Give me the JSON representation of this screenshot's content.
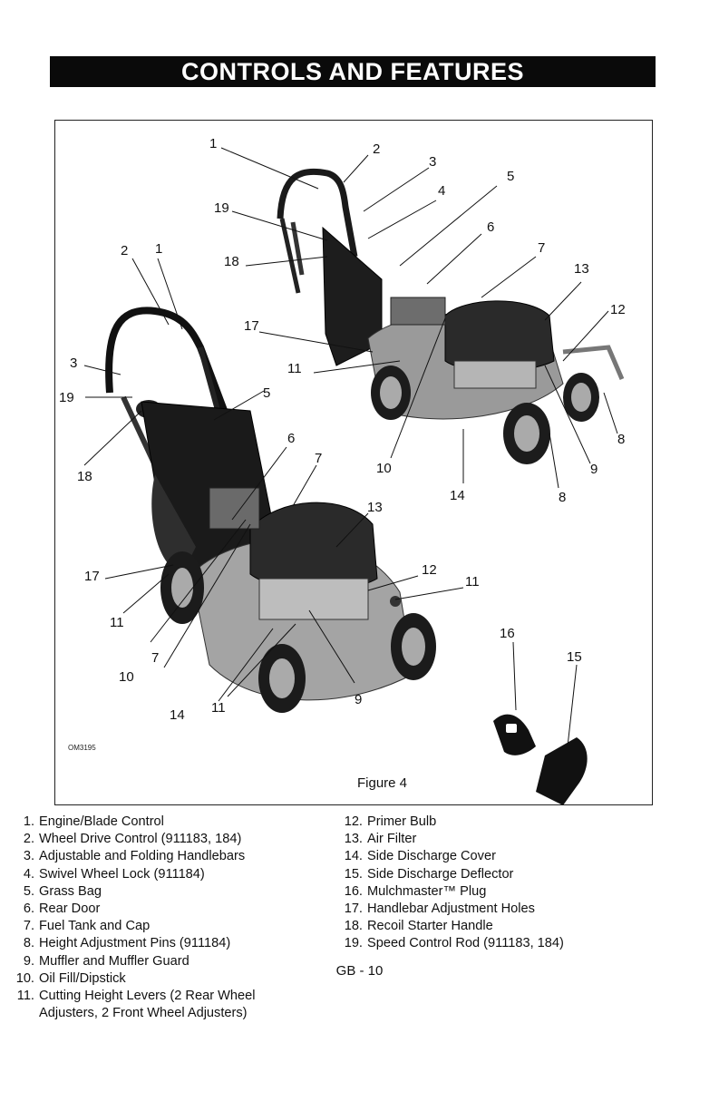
{
  "header": {
    "title": "CONTROLS AND FEATURES"
  },
  "figure": {
    "caption": "Figure 4",
    "code": "OM3195",
    "callouts_rear": [
      "1",
      "2",
      "3",
      "4",
      "5",
      "6",
      "7",
      "13",
      "12",
      "19",
      "18",
      "17",
      "11",
      "8",
      "9",
      "10",
      "14",
      "8"
    ],
    "callouts_front": [
      "2",
      "1",
      "3",
      "19",
      "18",
      "5",
      "6",
      "7",
      "13",
      "17",
      "11",
      "12",
      "11",
      "16",
      "15",
      "7",
      "10",
      "14",
      "11",
      "9"
    ]
  },
  "legend": {
    "left": [
      {
        "n": "1.",
        "text": "Engine/Blade Control"
      },
      {
        "n": "2.",
        "text": "Wheel Drive Control (911183, 184)"
      },
      {
        "n": "3.",
        "text": "Adjustable and Folding Handlebars"
      },
      {
        "n": "4.",
        "text": "Swivel Wheel Lock (911184)"
      },
      {
        "n": "5.",
        "text": "Grass Bag"
      },
      {
        "n": "6.",
        "text": "Rear Door"
      },
      {
        "n": "7.",
        "text": "Fuel Tank and Cap"
      },
      {
        "n": "8.",
        "text": "Height Adjustment Pins (911184)"
      },
      {
        "n": "9.",
        "text": "Muffler and Muffler Guard"
      },
      {
        "n": "10.",
        "text": "Oil Fill/Dipstick"
      },
      {
        "n": "11.",
        "text": "Cutting Height Levers (2 Rear Wheel"
      },
      {
        "n": "",
        "text": "Adjusters, 2 Front Wheel Adjusters)"
      }
    ],
    "right": [
      {
        "n": "12.",
        "text": "Primer Bulb"
      },
      {
        "n": "13.",
        "text": "Air Filter"
      },
      {
        "n": "14.",
        "text": "Side Discharge Cover"
      },
      {
        "n": "15.",
        "text": "Side Discharge Deflector"
      },
      {
        "n": "16.",
        "text": "Mulchmaster™ Plug"
      },
      {
        "n": "17.",
        "text": "Handlebar Adjustment Holes"
      },
      {
        "n": "18.",
        "text": "Recoil Starter Handle"
      },
      {
        "n": "19.",
        "text": "Speed Control Rod (911183, 184)"
      }
    ]
  },
  "footer": {
    "page": "GB - 10"
  }
}
